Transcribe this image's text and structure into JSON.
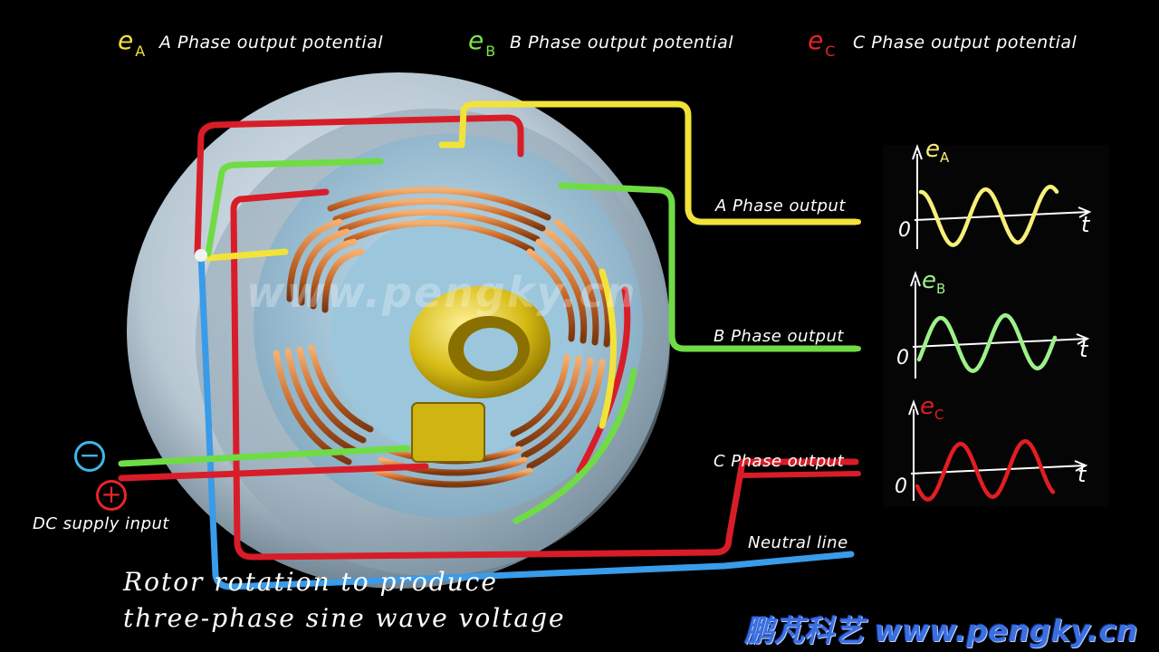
{
  "legend": [
    {
      "symbol": "e",
      "sub": "A",
      "text": "A Phase output potential",
      "color": "#f2e33a"
    },
    {
      "symbol": "e",
      "sub": "B",
      "text": "B Phase output potential",
      "color": "#7de34a"
    },
    {
      "symbol": "e",
      "sub": "C",
      "text": "C Phase output potential",
      "color": "#e8232a"
    }
  ],
  "outputs": {
    "a": "A Phase output",
    "b": "B Phase output",
    "c": "C Phase output",
    "neutral": "Neutral line"
  },
  "dc": {
    "label": "DC supply input",
    "minus": "−",
    "plus": "+",
    "minus_color": "#3fb7e8",
    "plus_color": "#e8232a"
  },
  "caption": {
    "line1": "Rotor rotation to produce",
    "line2": "three-phase sine wave voltage"
  },
  "watermark": "www.pengky.cn",
  "brand": "鹏芃科艺 www.pengky.cn",
  "graphs": [
    {
      "symbol": "e",
      "sub": "A",
      "axis_t": "t",
      "axis_0": "0",
      "color": "#f7ef7a",
      "phase_deg": 90
    },
    {
      "symbol": "e",
      "sub": "B",
      "axis_t": "t",
      "axis_0": "0",
      "color": "#9ef08a",
      "phase_deg": -30
    },
    {
      "symbol": "e",
      "sub": "C",
      "axis_t": "t",
      "axis_0": "0",
      "color": "#e31d22",
      "phase_deg": 210
    }
  ],
  "colors": {
    "wire_a": "#f2e33a",
    "wire_b": "#6fdc45",
    "wire_c": "#d81d28",
    "wire_neutral": "#3a9be8",
    "copper": "#d77a2e",
    "stator": "#a9c9dd",
    "rotor": "#d8c21a"
  }
}
